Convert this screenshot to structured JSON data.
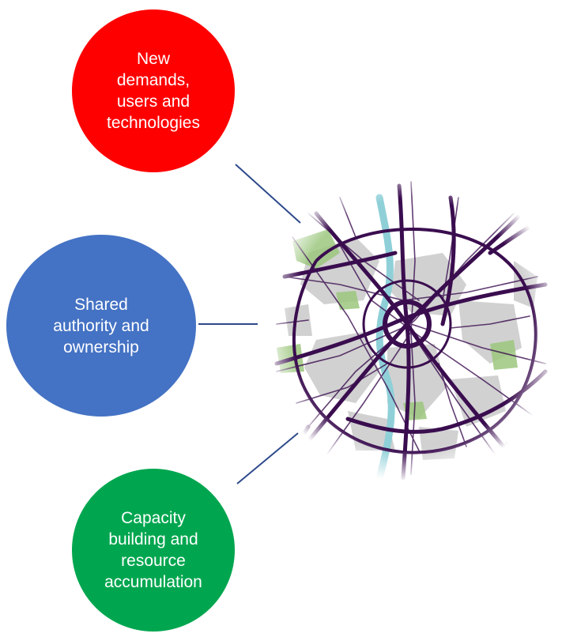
{
  "nodes": [
    {
      "id": "top",
      "label": "New\ndemands,\nusers and\ntechnologies",
      "color": "#FF0000"
    },
    {
      "id": "mid",
      "label": "Shared\nauthority and\nownership",
      "color": "#4472C4"
    },
    {
      "id": "bot",
      "label": "Capacity\nbuilding and\nresource\naccumulation",
      "color": "#00A64F"
    }
  ],
  "colors": {
    "connector": "#2E4A8B",
    "network": "#3A0D4F",
    "river": "#8FD0D8",
    "green_area": "#9CC77E",
    "urban_area": "#C9C9C9"
  },
  "image": {
    "icon": "city-transport-network-map"
  }
}
